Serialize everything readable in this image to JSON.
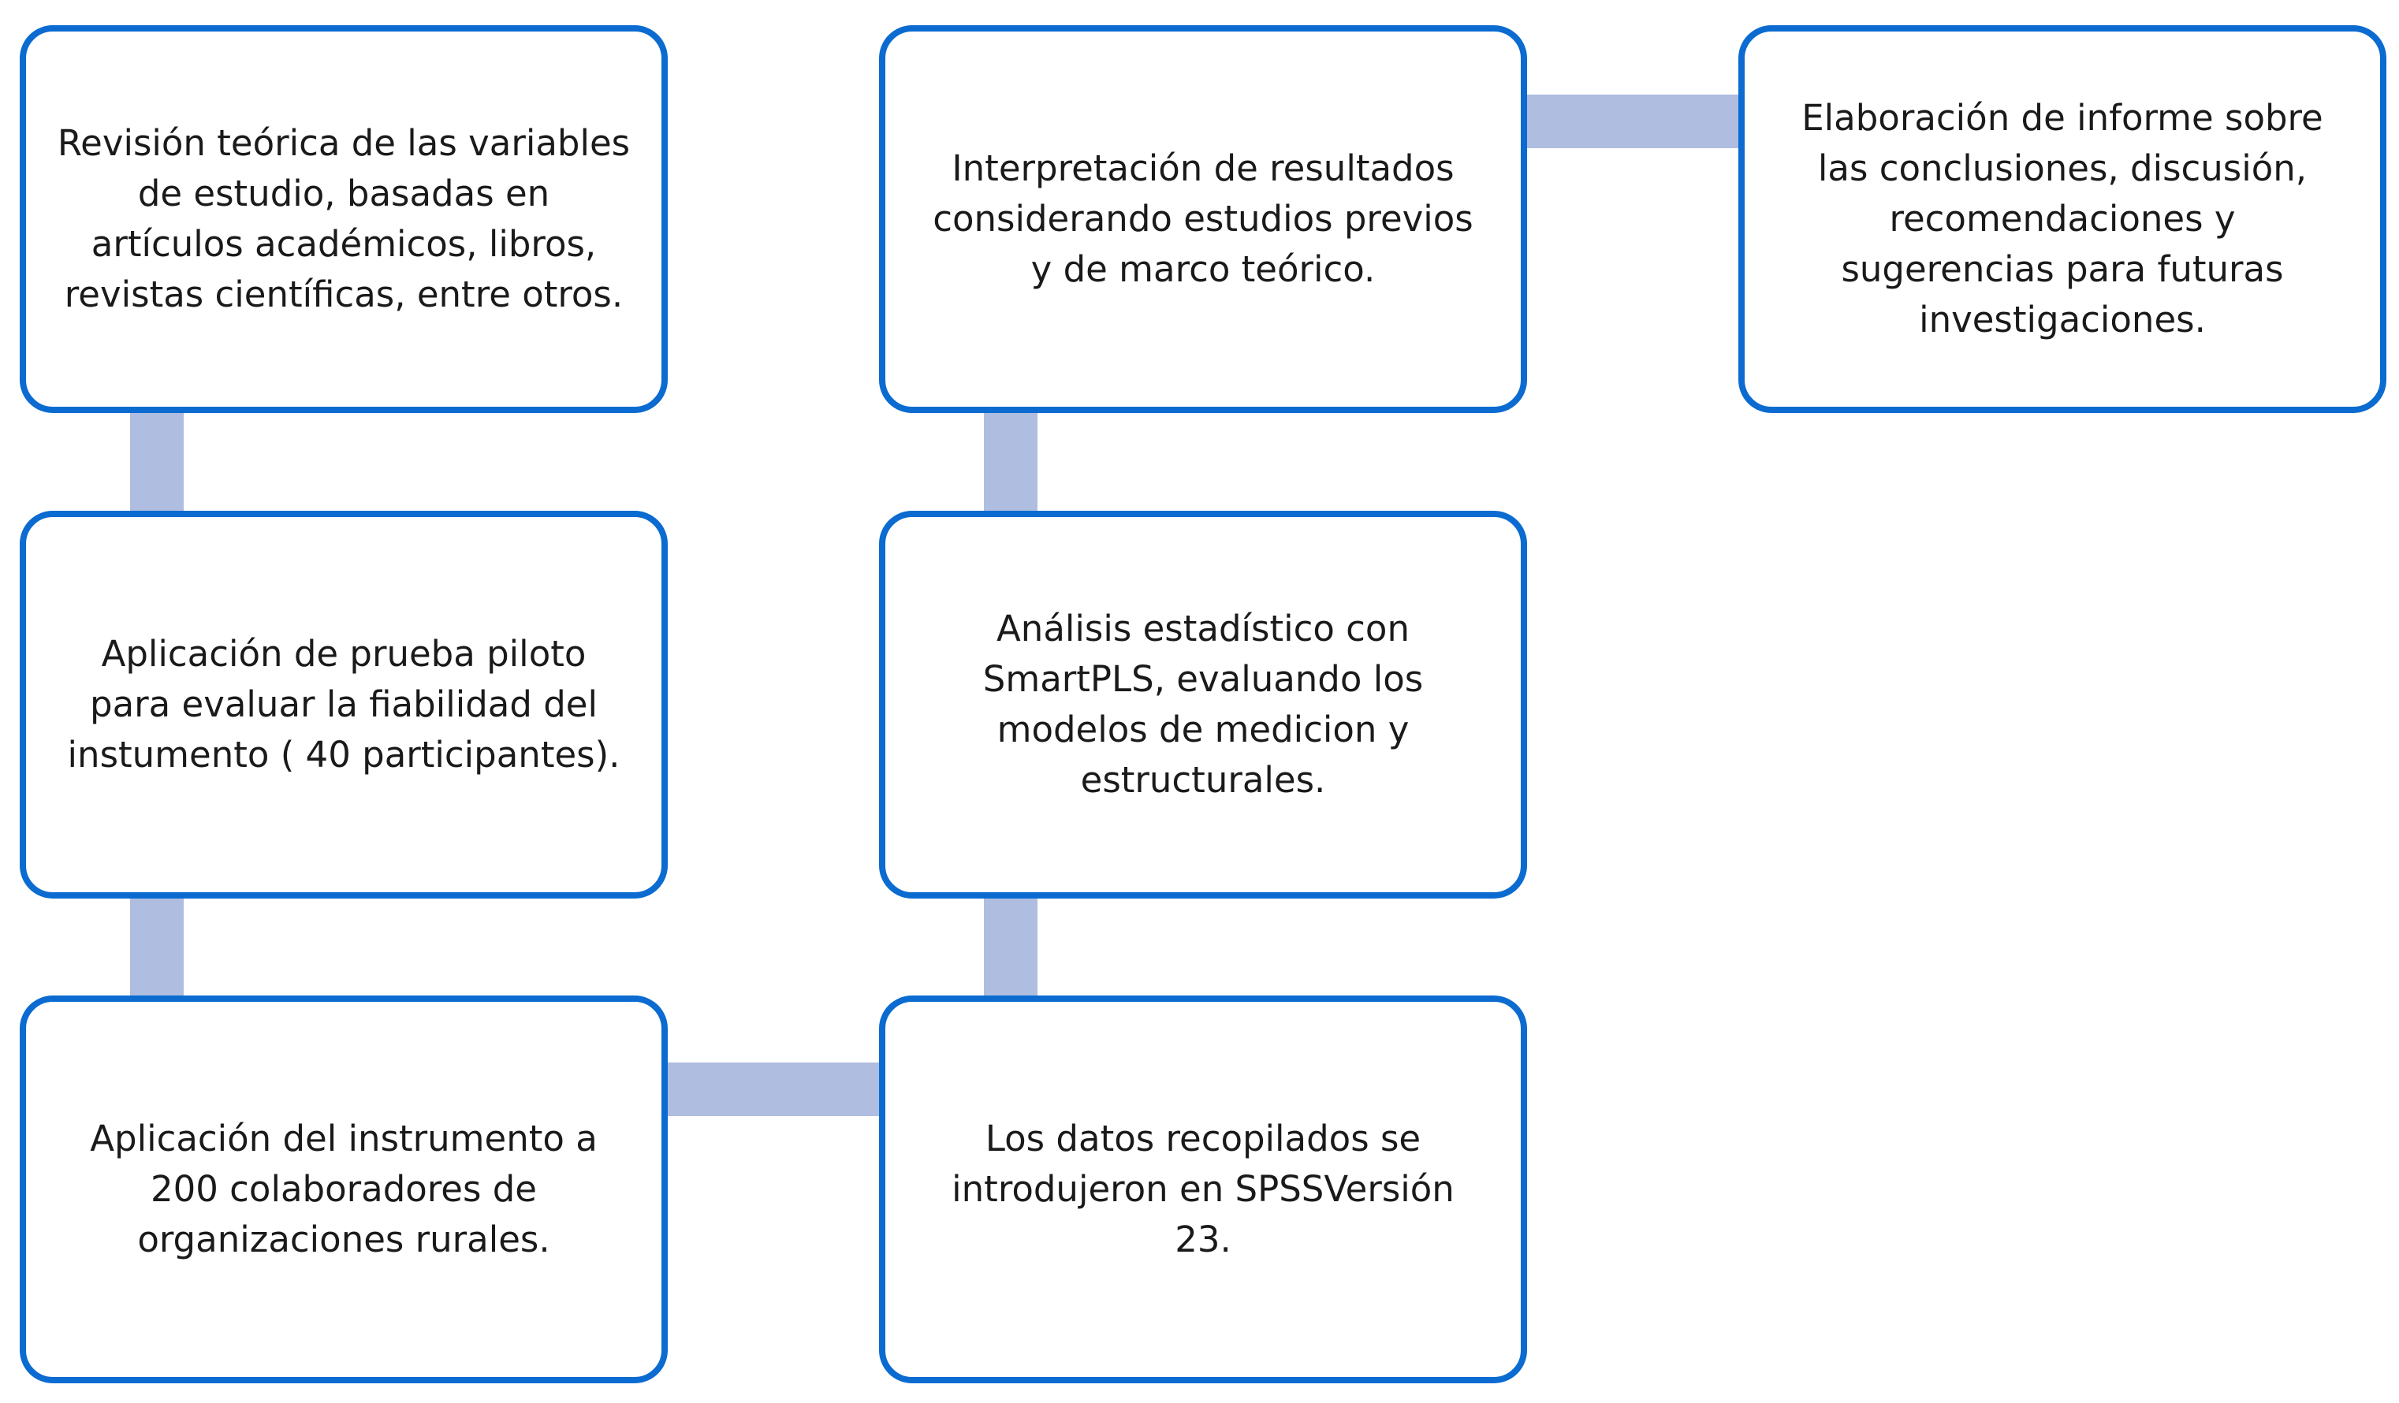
{
  "colors": {
    "box_border": "#0b6bd0",
    "connector": "#aebde0",
    "text": "#1a1a1a",
    "background": "#ffffff"
  },
  "steps": [
    {
      "text": "Revisión teórica de las variables\nde estudio, basadas en\nartículos académicos, libros,\nrevistas científicas, entre otros."
    },
    {
      "text": "Aplicación de prueba piloto\npara evaluar la fiabilidad del\ninstumento ( 40 participantes)."
    },
    {
      "text": "Aplicación del instrumento a\n200 colaboradores de\norganizaciones rurales."
    },
    {
      "text": "Los datos recopilados se\nintrodujeron en SPSSVersión\n23."
    },
    {
      "text": "Análisis estadístico con\nSmartPLS,  evaluando los\nmodelos de medicion y\nestructurales."
    },
    {
      "text": "Interpretación de resultados\nconsiderando estudios previos\ny de marco teórico."
    },
    {
      "text": "Elaboración de informe sobre\nlas conclusiones, discusión,\nrecomendaciones y\nsugerencias para futuras\ninvestigaciones."
    }
  ]
}
